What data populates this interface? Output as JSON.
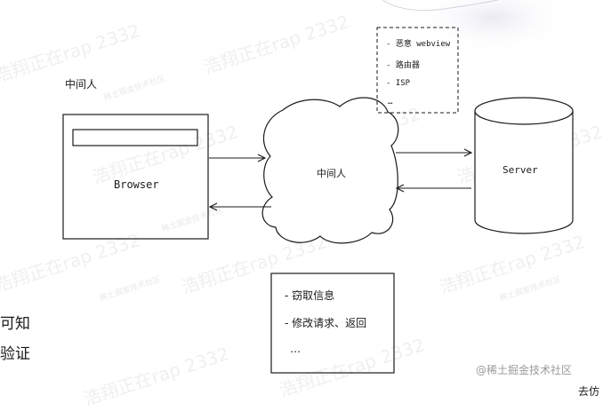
{
  "diagram": {
    "label_mitm_top": "中间人",
    "browser_label": "Browser",
    "cloud_label": "中间人",
    "server_label": "Server",
    "dashed_box_items": [
      "-  恶意 webview",
      "-  路由器",
      "-  ISP",
      "…"
    ],
    "bottom_box_items": [
      "-  窃取信息",
      "-  修改请求、返回",
      "…"
    ]
  },
  "side_text": {
    "line1": "可知",
    "line2": "验证",
    "corner": "去仿"
  },
  "watermark": {
    "main": "浩翔正在rap 2332",
    "small": "稀土掘金技术社区",
    "credit": "@稀土掘金技术社区"
  }
}
